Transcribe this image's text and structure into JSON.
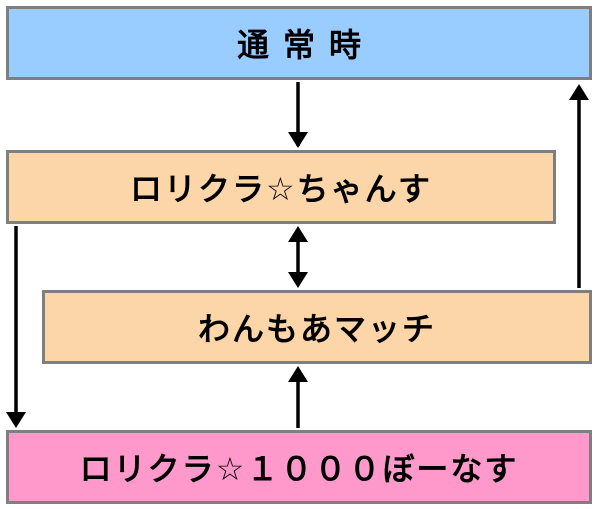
{
  "nodes": [
    {
      "id": "b1",
      "label": "通常時",
      "color": "#99ccff"
    },
    {
      "id": "b2",
      "label": "ロリクラ☆ちゃんす",
      "color": "#fcd5a8"
    },
    {
      "id": "b3",
      "label": "わんもあマッチ",
      "color": "#fcd5a8"
    },
    {
      "id": "b4",
      "label": "ロリクラ☆１０００ぼーなす",
      "color": "#ff99cc"
    }
  ],
  "edges": [
    {
      "from": "通常時",
      "to": "ロリクラ☆ちゃんす"
    },
    {
      "from": "ロリクラ☆ちゃんす",
      "to": "わんもあマッチ",
      "bidirectional": true
    },
    {
      "from": "ロリクラ☆ちゃんす",
      "to": "ロリクラ☆１０００ぼーなす"
    },
    {
      "from": "ロリクラ☆１０００ぼーなす",
      "to": "わんもあマッチ"
    },
    {
      "from": "わんもあマッチ",
      "to": "通常時"
    }
  ],
  "arrow_color": "#000000",
  "border_color": "#7f7f7f"
}
